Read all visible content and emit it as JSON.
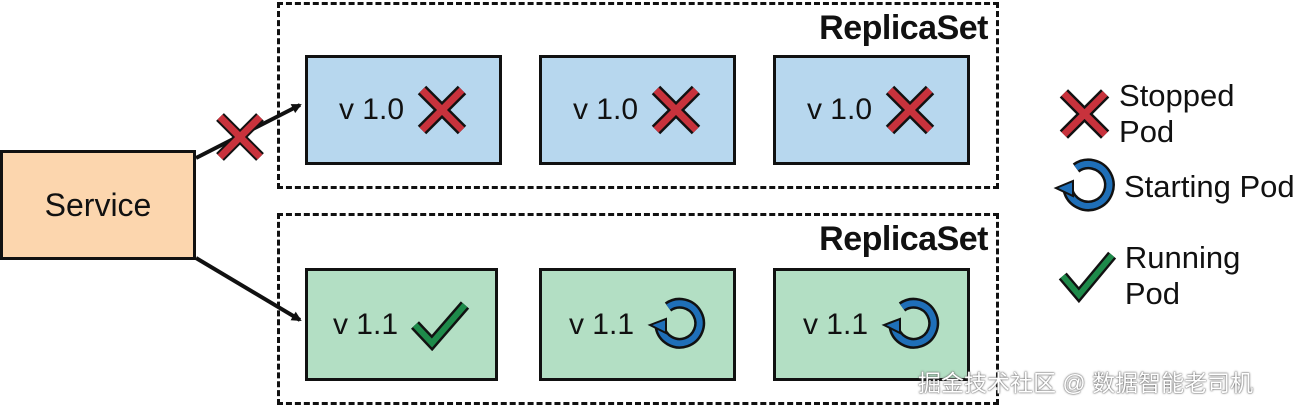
{
  "service": {
    "label": "Service"
  },
  "replicasets": [
    {
      "title": "ReplicaSet",
      "pods": [
        {
          "version": "v 1.0",
          "status": "stopped-icon"
        },
        {
          "version": "v 1.0",
          "status": "stopped-icon"
        },
        {
          "version": "v 1.0",
          "status": "stopped-icon"
        }
      ]
    },
    {
      "title": "ReplicaSet",
      "pods": [
        {
          "version": "v 1.1",
          "status": "running-icon"
        },
        {
          "version": "v 1.1",
          "status": "starting-icon"
        },
        {
          "version": "v 1.1",
          "status": "starting-icon"
        }
      ]
    }
  ],
  "legend": {
    "stopped": "Stopped Pod",
    "starting": "Starting Pod",
    "running": "Running Pod"
  },
  "colors": {
    "old_pod": "#b7d7ee",
    "new_pod": "#b3dfc4",
    "service": "#fcd6ae",
    "stopped": "#c8323c",
    "starting": "#1f6fb8",
    "running": "#1e8a4a"
  },
  "watermark": "掘金技术社区 @ 数据智能老司机"
}
